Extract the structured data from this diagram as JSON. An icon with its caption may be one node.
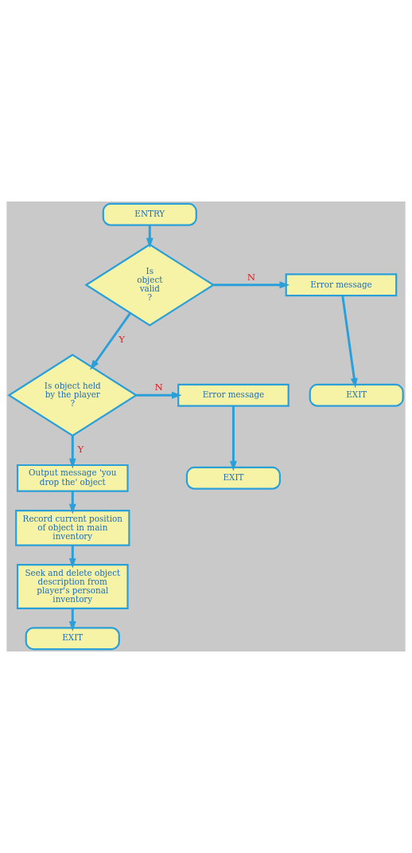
{
  "diagram": {
    "nodes": [
      {
        "text": [
          "ENTRY"
        ]
      },
      {
        "text": [
          "Is object valid",
          "?"
        ]
      },
      {
        "text": [
          "Error message"
        ]
      },
      {
        "text": [
          "EXIT"
        ]
      },
      {
        "text": [
          "Is object held by the player",
          "?"
        ]
      },
      {
        "text": [
          "Error message"
        ]
      },
      {
        "text": [
          "EXIT"
        ]
      },
      {
        "text": [
          "Output message 'you drop the' object"
        ]
      },
      {
        "text": [
          "Record current position of object in main inventory"
        ]
      },
      {
        "text": [
          "Seek and delete object description from player's personal inventory"
        ]
      },
      {
        "text": [
          "EXIT"
        ]
      }
    ],
    "edges": [
      {
        "from": 0,
        "to": 1,
        "arrow": "to"
      },
      {
        "from": 1,
        "to": 2,
        "arrow": "to",
        "label": "N"
      },
      {
        "from": 2,
        "to": 3,
        "arrow": "to"
      },
      {
        "from": 1,
        "to": 4,
        "arrow": "to",
        "label": "Y"
      },
      {
        "from": 4,
        "to": 5,
        "arrow": "to",
        "label": "N"
      },
      {
        "from": 5,
        "to": 6,
        "arrow": "to"
      },
      {
        "from": 4,
        "to": 7,
        "arrow": "to",
        "label": "Y"
      },
      {
        "from": 7,
        "to": 8,
        "arrow": "to"
      },
      {
        "from": 8,
        "to": 9,
        "arrow": "to"
      },
      {
        "from": 9,
        "to": 10,
        "arrow": "to"
      }
    ]
  }
}
